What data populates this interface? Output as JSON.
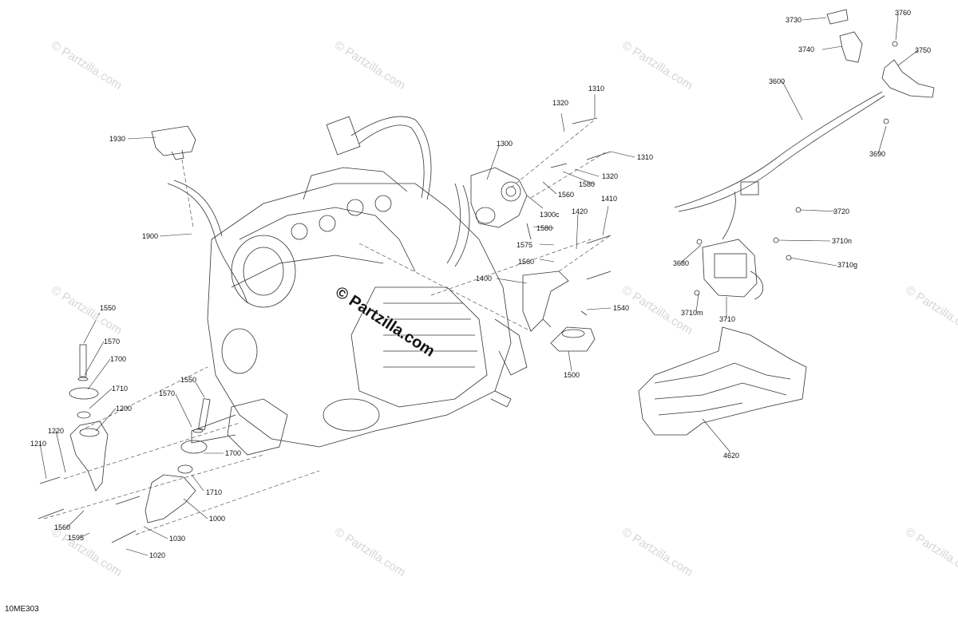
{
  "watermark": "© Partzilla.com",
  "diagram_code": "10ME303",
  "parts": {
    "p1930": "1930",
    "p1900": "1900",
    "p1320a": "1320",
    "p1310a": "1310",
    "p1300": "1300",
    "p1310b": "1310",
    "p1320b": "1320",
    "p1580a": "1580",
    "p1560a": "1560",
    "p1300c": "1300c",
    "p1410": "1410",
    "p1420": "1420",
    "p1580b": "1580",
    "p1575": "1575",
    "p1560b": "1560",
    "p1400": "1400",
    "p1540": "1540",
    "p1500": "1500",
    "p1550a": "1550",
    "p1570a": "1570",
    "p1700a": "1700",
    "p1710a": "1710",
    "p1200": "1200",
    "p1220": "1220",
    "p1210": "1210",
    "p1550b": "1550",
    "p1570b": "1570",
    "p1700b": "1700",
    "p1710b": "1710",
    "p1000": "1000",
    "p1560c": "1560",
    "p1595": "1595",
    "p1030": "1030",
    "p1020": "1020",
    "p3730": "3730",
    "p3760": "3760",
    "p3740": "3740",
    "p3750": "3750",
    "p3600": "3600",
    "p3690": "3690",
    "p3720": "3720",
    "p3710n": "3710n",
    "p3680": "3680",
    "p3710g": "3710g",
    "p3710m": "3710m",
    "p3710": "3710",
    "p4620": "4620"
  }
}
